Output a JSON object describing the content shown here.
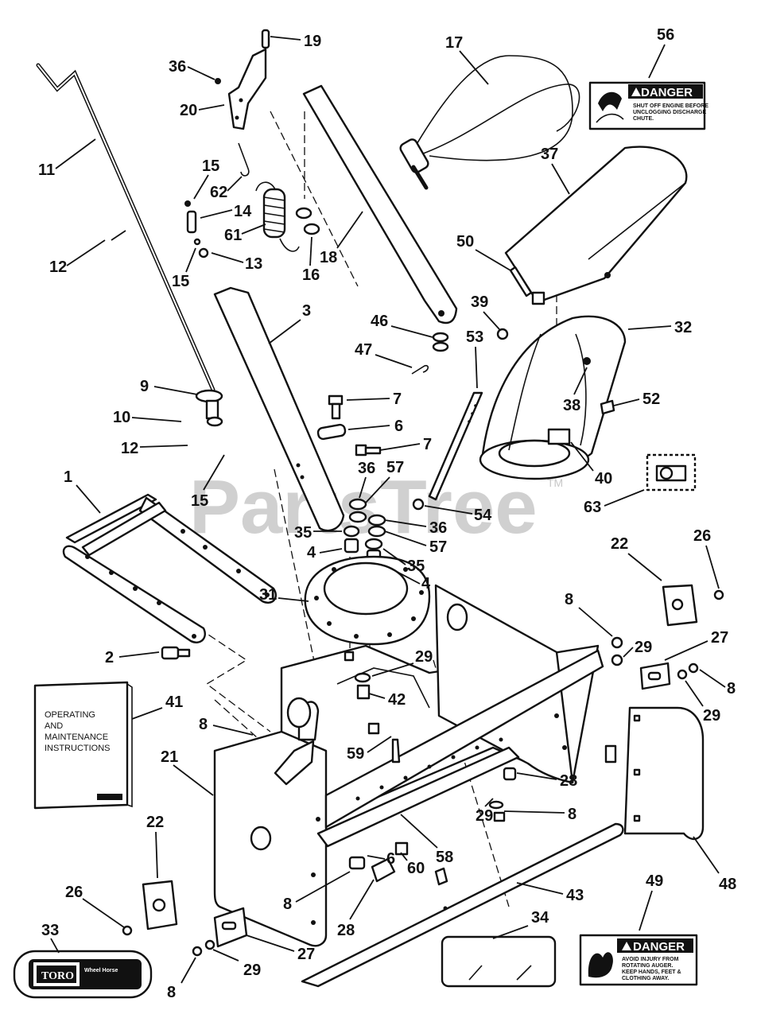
{
  "watermark": {
    "text": "PartsTree",
    "trademark": "TM"
  },
  "manual": {
    "lines": [
      "OPERATING",
      "AND",
      "MAINTENANCE",
      "INSTRUCTIONS"
    ]
  },
  "danger_decal_top": {
    "heading": "DANGER",
    "lines": [
      "SHUT OFF ENGINE BEFORE",
      "UNCLOGGING DISCHARGE",
      "CHUTE."
    ]
  },
  "danger_decal_bottom": {
    "heading": "DANGER",
    "lines": [
      "AVOID INJURY FROM",
      "ROTATING    AUGER.",
      "KEEP HANDS, FEET &",
      "CLOTHING    AWAY."
    ]
  },
  "brand_decal": {
    "logo": "TORO",
    "subtitle": "Wheel Horse"
  },
  "callouts": [
    {
      "label": "1"
    },
    {
      "label": "2"
    },
    {
      "label": "3"
    },
    {
      "label": "4"
    },
    {
      "label": "4"
    },
    {
      "label": "6"
    },
    {
      "label": "6"
    },
    {
      "label": "7"
    },
    {
      "label": "7"
    },
    {
      "label": "8"
    },
    {
      "label": "8"
    },
    {
      "label": "8"
    },
    {
      "label": "8"
    },
    {
      "label": "8"
    },
    {
      "label": "8"
    },
    {
      "label": "9"
    },
    {
      "label": "10"
    },
    {
      "label": "11"
    },
    {
      "label": "12"
    },
    {
      "label": "12"
    },
    {
      "label": "13"
    },
    {
      "label": "14"
    },
    {
      "label": "15"
    },
    {
      "label": "15"
    },
    {
      "label": "15"
    },
    {
      "label": "16"
    },
    {
      "label": "17"
    },
    {
      "label": "18"
    },
    {
      "label": "19"
    },
    {
      "label": "20"
    },
    {
      "label": "21"
    },
    {
      "label": "22"
    },
    {
      "label": "22"
    },
    {
      "label": "26"
    },
    {
      "label": "26"
    },
    {
      "label": "27"
    },
    {
      "label": "27"
    },
    {
      "label": "28"
    },
    {
      "label": "28"
    },
    {
      "label": "29"
    },
    {
      "label": "29"
    },
    {
      "label": "29"
    },
    {
      "label": "29"
    },
    {
      "label": "29"
    },
    {
      "label": "31"
    },
    {
      "label": "32"
    },
    {
      "label": "33"
    },
    {
      "label": "34"
    },
    {
      "label": "35"
    },
    {
      "label": "35"
    },
    {
      "label": "36"
    },
    {
      "label": "36"
    },
    {
      "label": "36"
    },
    {
      "label": "37"
    },
    {
      "label": "38"
    },
    {
      "label": "39"
    },
    {
      "label": "40"
    },
    {
      "label": "41"
    },
    {
      "label": "42"
    },
    {
      "label": "43"
    },
    {
      "label": "46"
    },
    {
      "label": "47"
    },
    {
      "label": "48"
    },
    {
      "label": "49"
    },
    {
      "label": "50"
    },
    {
      "label": "52"
    },
    {
      "label": "53"
    },
    {
      "label": "54"
    },
    {
      "label": "56"
    },
    {
      "label": "57"
    },
    {
      "label": "57"
    },
    {
      "label": "58"
    },
    {
      "label": "59"
    },
    {
      "label": "60"
    },
    {
      "label": "61"
    },
    {
      "label": "62"
    },
    {
      "label": "63"
    }
  ]
}
